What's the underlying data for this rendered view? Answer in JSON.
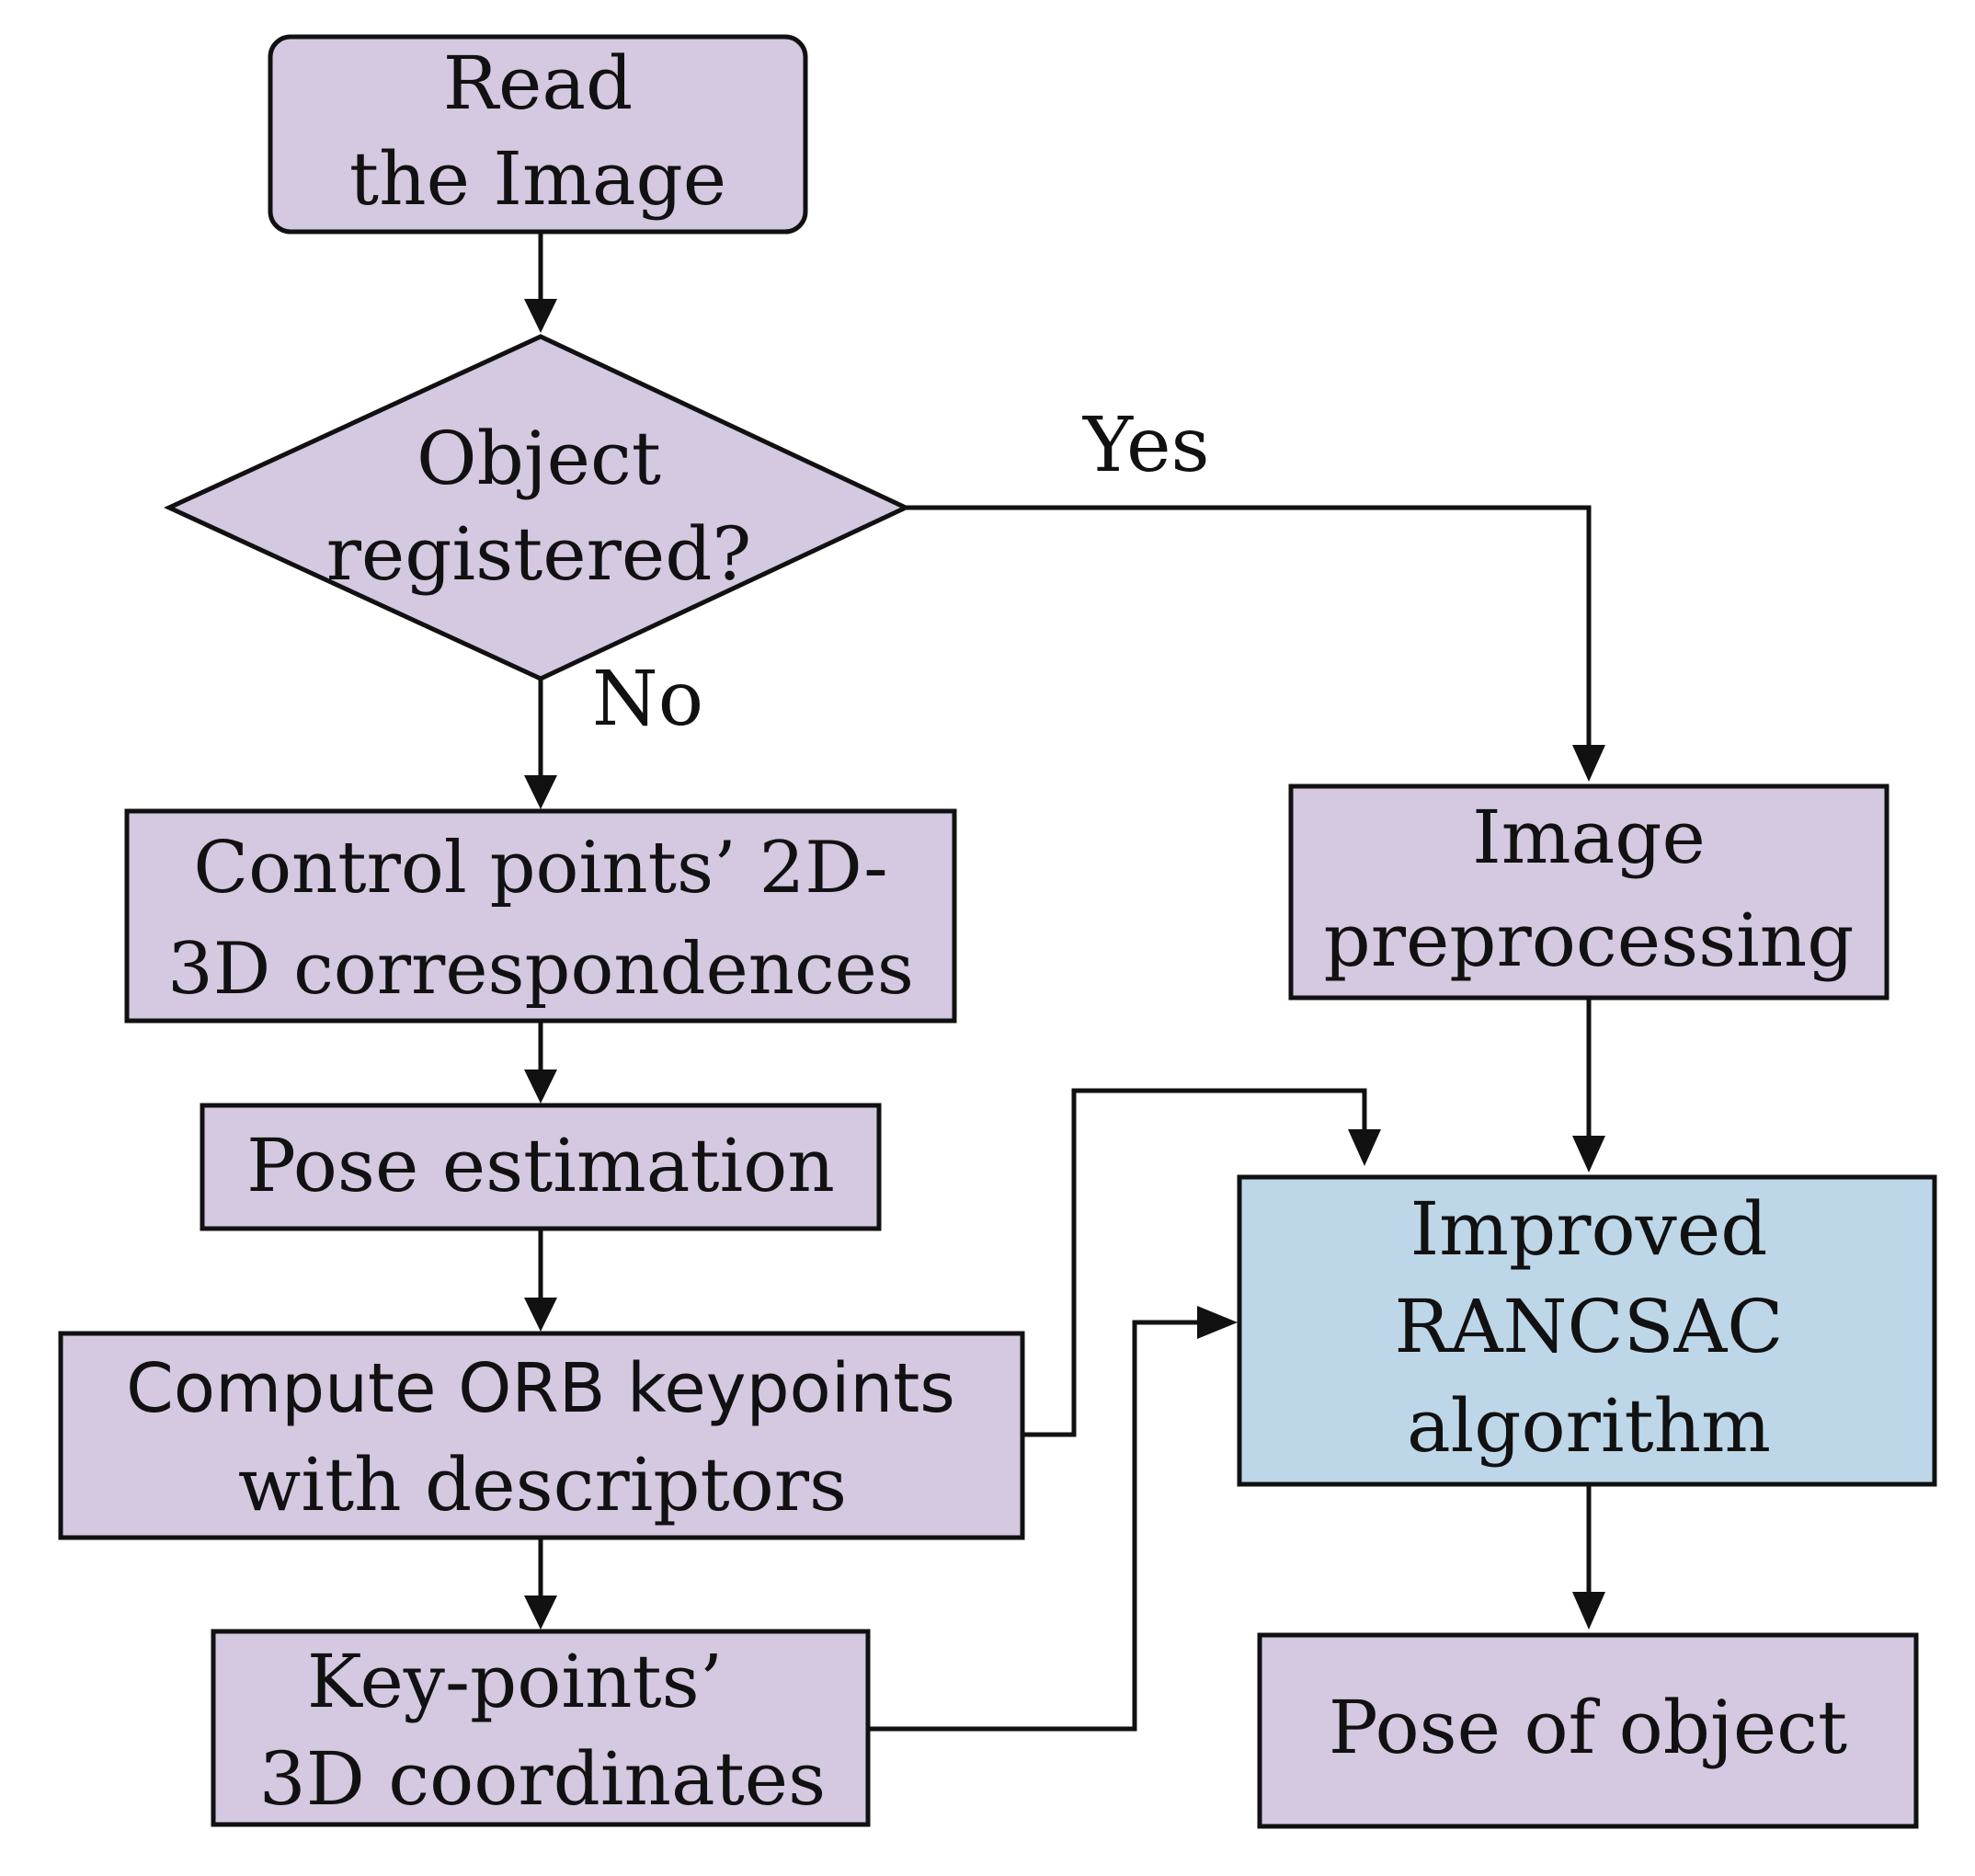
{
  "colors": {
    "box_fill": "#d4c9e0",
    "highlight_fill": "#bdd7e8",
    "stroke": "#111111"
  },
  "nodes": {
    "read_image": {
      "line1": "Read",
      "line2": "the Image"
    },
    "decision": {
      "line1": "Object",
      "line2": "registered?"
    },
    "correspondences": {
      "line1": "Control points’ 2D-",
      "line2": "3D correspondences"
    },
    "pose_estimation": {
      "line1": "Pose estimation"
    },
    "compute_orb": {
      "line1": "Compute ORB keypoints",
      "line2": "with descriptors"
    },
    "keypoints_3d": {
      "line1": "Key-points’",
      "line2": "3D coordinates"
    },
    "preprocessing": {
      "line1": "Image",
      "line2": "preprocessing"
    },
    "ransac": {
      "line1": "Improved",
      "line2": "RANCSAC",
      "line3": "algorithm"
    },
    "pose_object": {
      "line1": "Pose of object"
    }
  },
  "edges": {
    "yes_label": "Yes",
    "no_label": "No"
  }
}
